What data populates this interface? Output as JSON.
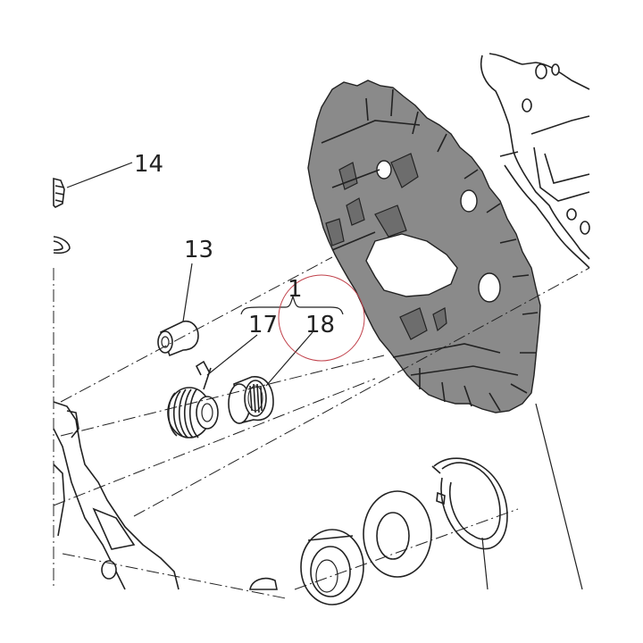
{
  "callouts": {
    "c14": "14",
    "c13": "13",
    "c1": "1",
    "c17": "17",
    "c18": "18"
  },
  "colors": {
    "line": "#222222",
    "part_fill": "#8a8a8a",
    "part_dark": "#6d6d6d",
    "highlight_circle": "#c0404a",
    "background": "#ffffff"
  }
}
